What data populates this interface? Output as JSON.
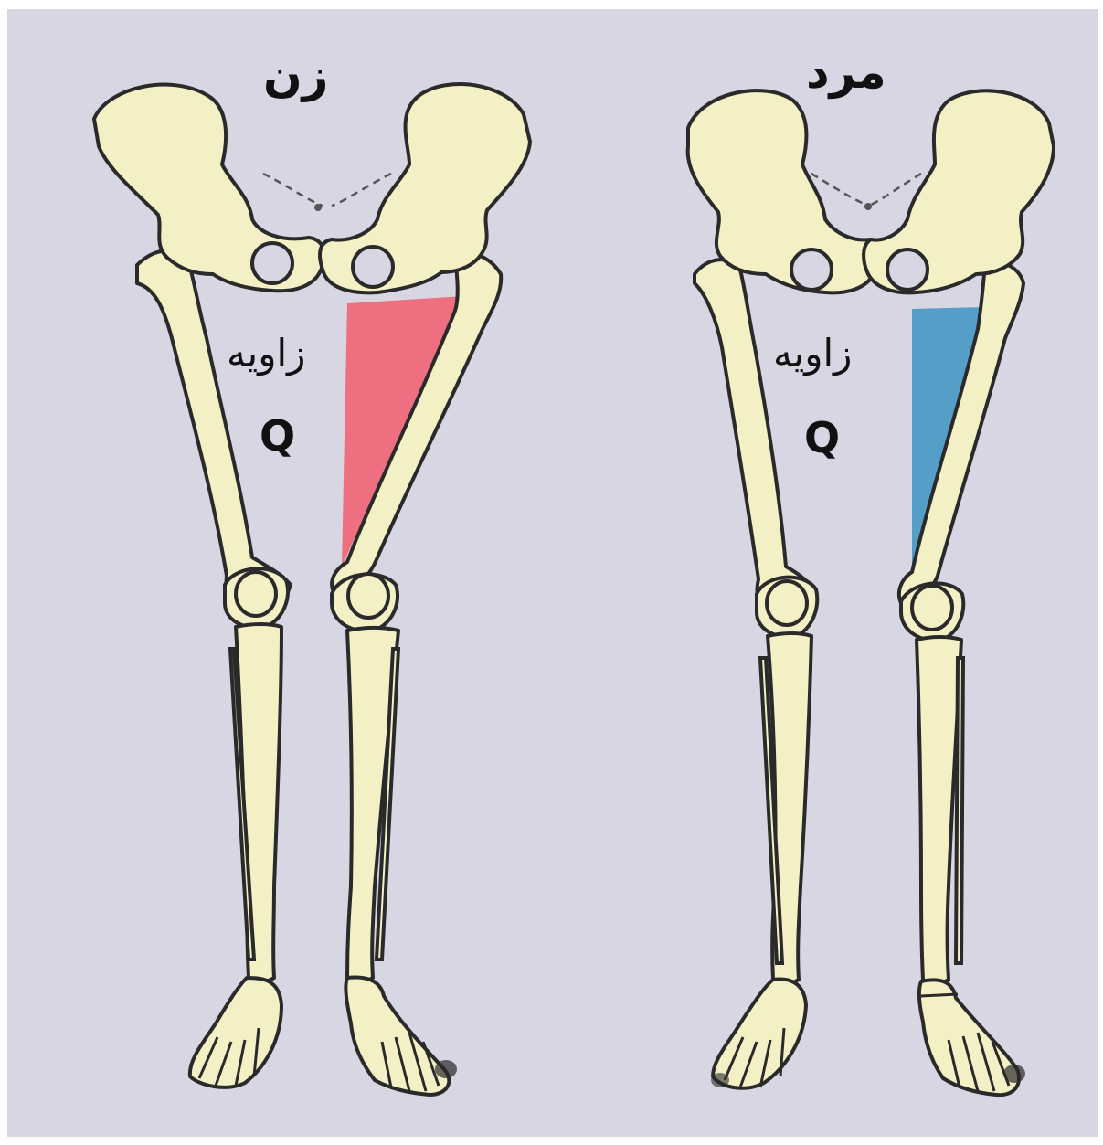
{
  "figure": {
    "woman": {
      "title": "زن",
      "angle_word": "زاویه",
      "angle_letter": "Q",
      "angle_color": "#ef6a7a"
    },
    "man": {
      "title": "مرد",
      "angle_word": "زاویه",
      "angle_letter": "Q",
      "angle_color": "#4d9bc6"
    },
    "colors": {
      "background": "#d8d6e2",
      "bone": "#f4f0c6",
      "bone_outline": "#2a2a2a"
    },
    "icons": [
      "female-skeleton-icon",
      "male-skeleton-icon"
    ]
  }
}
